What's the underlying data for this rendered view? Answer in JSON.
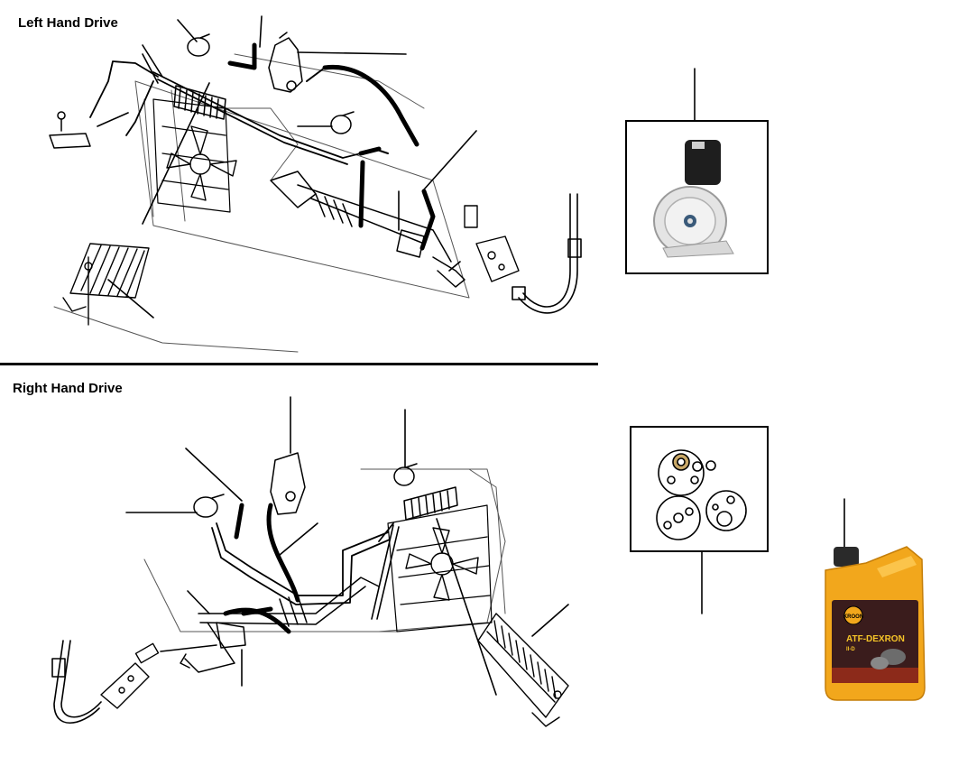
{
  "sections": {
    "left_hand_drive": "Left Hand Drive",
    "right_hand_drive": "Right Hand Drive"
  },
  "products": {
    "fluid_bottle": {
      "brand": "KROON",
      "name": "ATF-DEXRON",
      "grade": "II-D"
    }
  },
  "colors": {
    "line": "#000000",
    "bottle_orange": "#f2a71c",
    "bottle_cap": "#2a2a2a",
    "label_dark": "#3a1c1c",
    "label_text": "#f5c428"
  },
  "icons": [
    "power-steering-pump-photo",
    "seal-kit-icon",
    "oil-bottle-icon"
  ]
}
